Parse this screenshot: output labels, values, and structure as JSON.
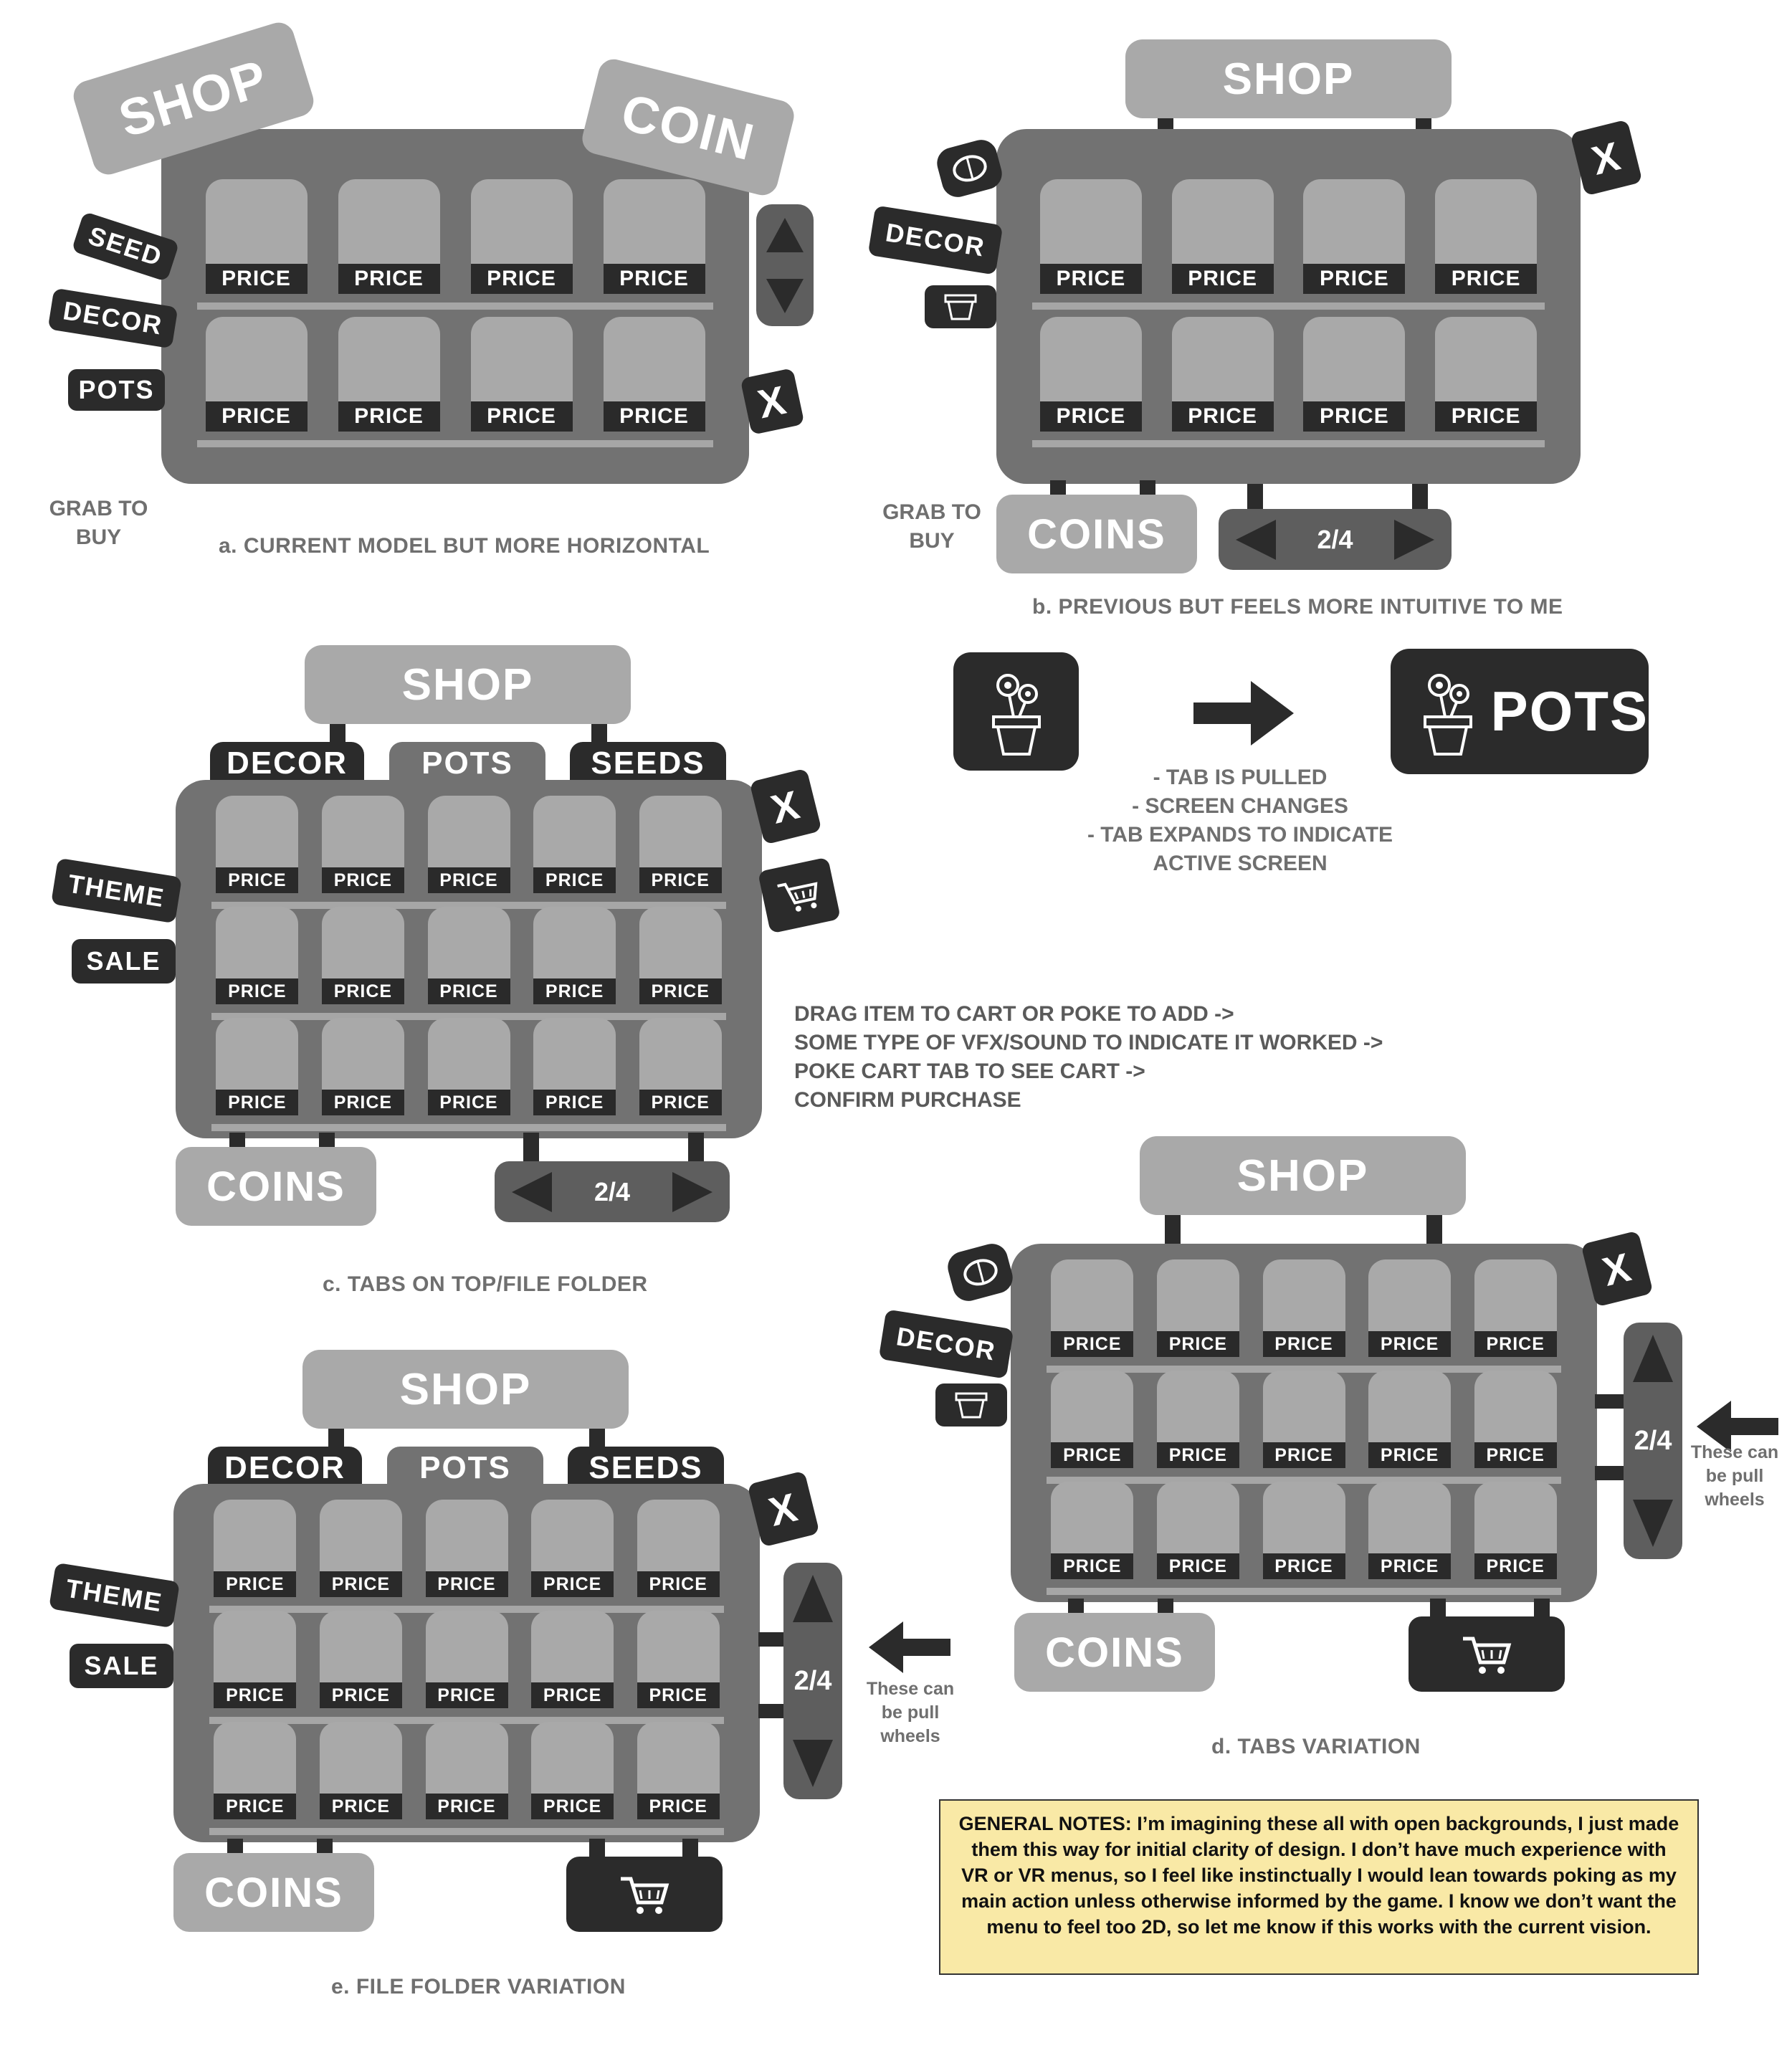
{
  "labels": {
    "shop": "SHOP",
    "coin": "COIN",
    "coins": "COINS",
    "price": "PRICE",
    "seed": "SEED",
    "seeds": "SEEDS",
    "decor": "DECOR",
    "pots": "POTS",
    "theme": "THEME",
    "sale": "SALE",
    "close": "X",
    "page": "2/4",
    "grab_to_buy": "GRAB TO BUY",
    "pull_wheels": "These can be pull wheels"
  },
  "captions": {
    "a": "a. CURRENT MODEL BUT MORE HORIZONTAL",
    "b": "b. PREVIOUS BUT FEELS MORE INTUITIVE TO ME",
    "c": "c. TABS ON TOP/FILE FOLDER",
    "d": "d. TABS VARIATION",
    "e": "e. FILE FOLDER VARIATION"
  },
  "tab_notes": [
    "- TAB IS PULLED",
    "- SCREEN CHANGES",
    "- TAB EXPANDS TO INDICATE",
    "ACTIVE SCREEN"
  ],
  "flow_notes": [
    "DRAG ITEM TO CART OR POKE TO ADD ->",
    "SOME TYPE OF VFX/SOUND TO INDICATE IT WORKED ->",
    "POKE CART TAB TO SEE CART ->",
    "CONFIRM PURCHASE"
  ],
  "general_notes": "GENERAL NOTES: I’m imagining these all with open backgrounds, I just made them this way for initial clarity of design. I don’t have much experience with VR or VR menus, so I feel like instinctually I would lean towards poking as my main action unless otherwise informed by the game. I know we don’t want the menu to feel too 2D, so let me know if this works with the current vision.",
  "colors": {
    "panel": "#727272",
    "slot": "#a9a9a9",
    "dark": "#2b2b2b",
    "note_bg": "#f9e9a6"
  },
  "icons": [
    "seed-icon",
    "pot-icon",
    "flower-pot-icon",
    "cart-icon",
    "arrow-right-icon",
    "arrow-left-icon",
    "triangle-up-icon",
    "triangle-down-icon"
  ]
}
